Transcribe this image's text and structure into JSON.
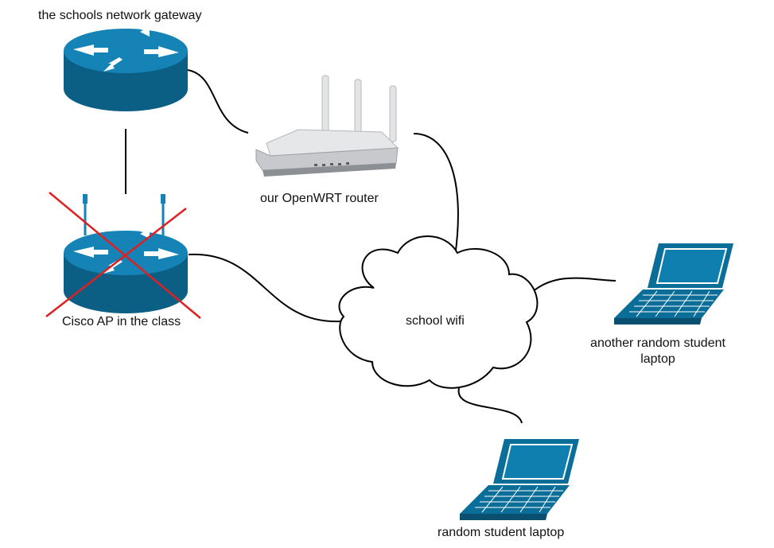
{
  "colors": {
    "device_blue": "#0b6e99",
    "device_dark": "#0a4f70",
    "device_light": "#1583b5",
    "line": "#000000",
    "strike": "#e02020",
    "router_body": "#d9dadd"
  },
  "nodes": {
    "gateway": {
      "label": "the schools network gateway",
      "icon": "router-icon"
    },
    "openwrt": {
      "label": "our OpenWRT router",
      "icon": "wireless-router-icon"
    },
    "cisco_ap": {
      "label": "Cisco AP in the class",
      "icon": "access-point-icon",
      "status": "crossed-out"
    },
    "wifi": {
      "label": "school wifi",
      "icon": "cloud-icon"
    },
    "laptop_right": {
      "label_line1": "another random student",
      "label_line2": "laptop",
      "icon": "laptop-icon"
    },
    "laptop_bottom": {
      "label": "random student laptop",
      "icon": "laptop-icon"
    }
  }
}
